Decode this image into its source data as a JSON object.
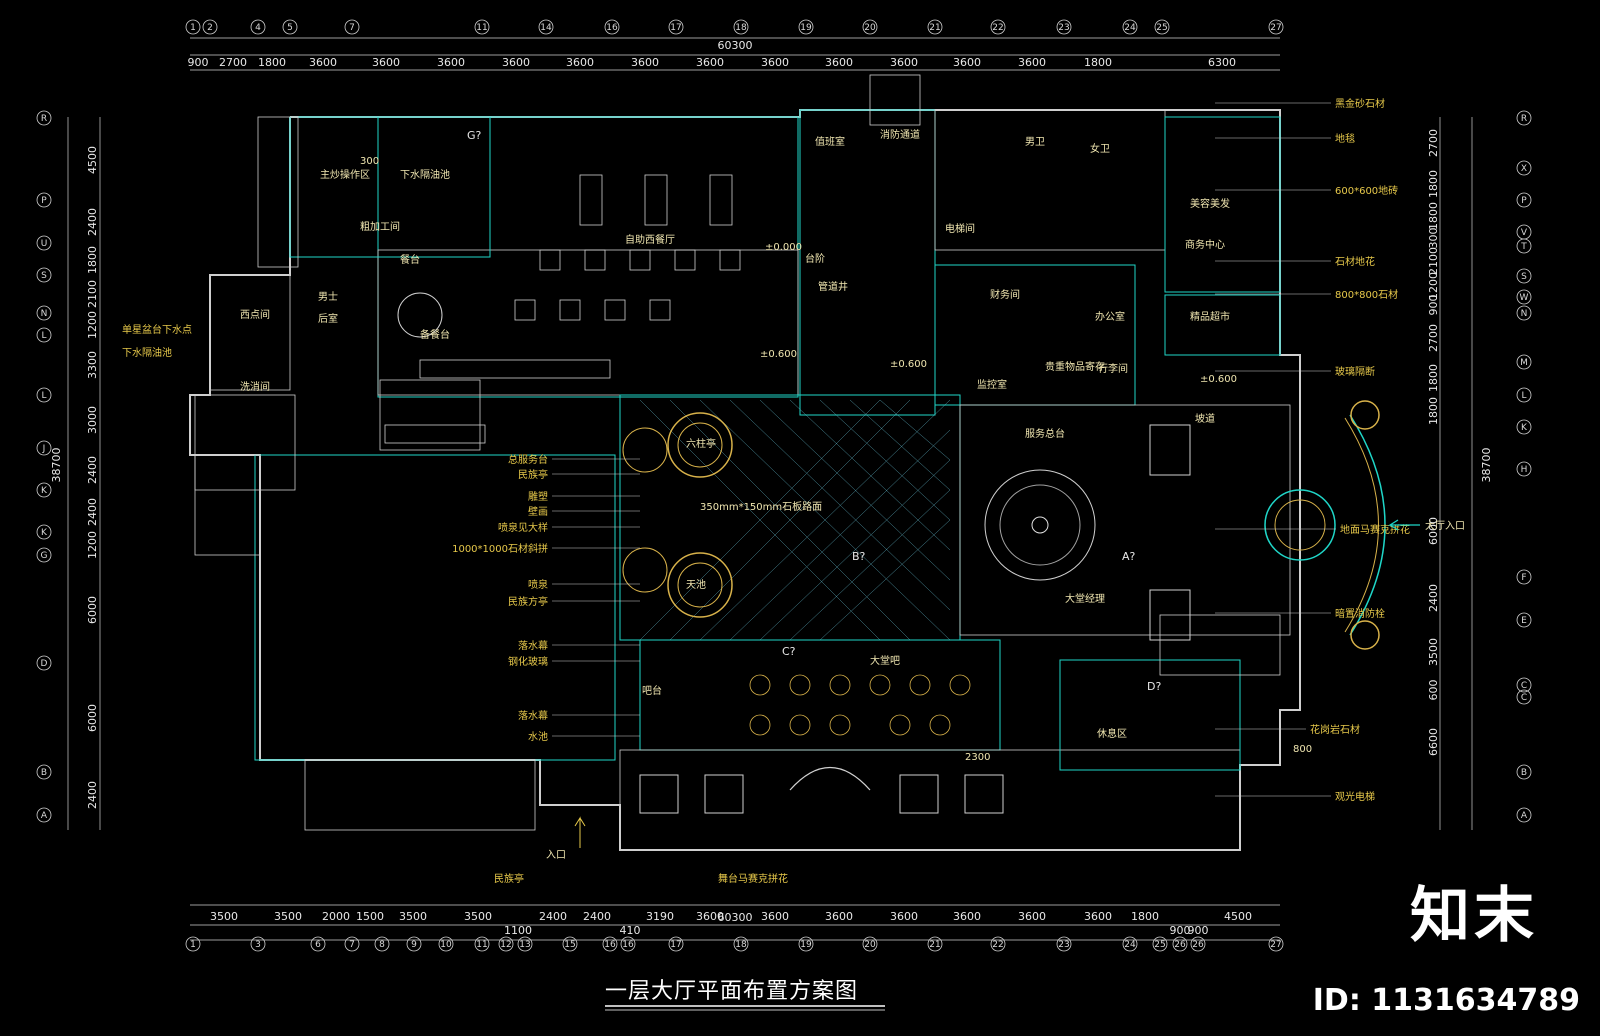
{
  "title": "一层大厅平面布置方案图",
  "watermark": {
    "logo": "知末",
    "id": "ID: 1131634789"
  },
  "total_width": "60300",
  "total_height": "38700",
  "axes": {
    "top": [
      "1",
      "2",
      "4",
      "5",
      "7",
      "11",
      "14",
      "16",
      "17",
      "18",
      "19",
      "20",
      "21",
      "22",
      "23",
      "24",
      "25",
      "27"
    ],
    "top_dims": [
      "900",
      "2700",
      "1800",
      "3600",
      "3600",
      "3600",
      "3600",
      "3600",
      "3600",
      "3600",
      "3600",
      "3600",
      "3600",
      "3600",
      "3600",
      "1800",
      "6300"
    ],
    "bottom": [
      "1",
      "3",
      "6",
      "7",
      "8",
      "9",
      "10",
      "11",
      "12",
      "13",
      "15",
      "16",
      "16",
      "17",
      "18",
      "19",
      "20",
      "21",
      "22",
      "23",
      "24",
      "25",
      "26",
      "26",
      "27"
    ],
    "bottom_dims": [
      "3500",
      "3500",
      "2000",
      "1500",
      "3500",
      "3500",
      "1100",
      "2400",
      "2400",
      "410",
      "3190",
      "3600",
      "3600",
      "3600",
      "3600",
      "3600",
      "3600",
      "3600",
      "1800",
      "900",
      "900",
      "4500"
    ],
    "left": [
      "R",
      "P",
      "U",
      "S",
      "N",
      "L",
      "L",
      "J",
      "K",
      "K",
      "G",
      "D",
      "B",
      "A"
    ],
    "left_dims": [
      "4500",
      "2400",
      "1800",
      "2100",
      "1200",
      "3300",
      "3000",
      "2400",
      "2400",
      "1200",
      "6000",
      "6000",
      "2400"
    ],
    "right": [
      "R",
      "X",
      "P",
      "V",
      "T",
      "S",
      "W",
      "N",
      "M",
      "L",
      "K",
      "H",
      "F",
      "E",
      "C",
      "C",
      "B",
      "A"
    ],
    "right_dims": [
      "2700",
      "1800",
      "1800",
      "300",
      "2100",
      "1200",
      "900",
      "2700",
      "1800",
      "1800",
      "6000",
      "2400",
      "3500",
      "600",
      "6600"
    ]
  },
  "rooms": [
    "值班室",
    "消防通道",
    "男卫",
    "女卫",
    "美容美发",
    "主炒操作区",
    "下水隔油池",
    "粗加工间",
    "自助西餐厅",
    "餐台",
    "电梯间",
    "台阶",
    "管道井",
    "商务中心",
    "西点间",
    "后室",
    "男士",
    "备餐台",
    "财务间",
    "办公室",
    "精品超市",
    "洗消间",
    "贵重物品寄存",
    "行李间",
    "监控室",
    "坡道",
    "服务总台",
    "大堂经理",
    "大堂吧",
    "吧台",
    "休息区",
    "入口",
    "2300",
    "300"
  ],
  "left_labels": [
    "单星盆台下水点",
    "下水隔油池"
  ],
  "center_labels": [
    "总服务台",
    "民族亭",
    "雕塑",
    "壁画",
    "喷泉见大样",
    "1000*1000石材斜拼",
    "喷泉",
    "民族方亭",
    "落水幕",
    "钢化玻璃",
    "落水幕",
    "水池",
    "民族亭",
    "舞台马赛克拼花"
  ],
  "right_labels": [
    "黑金砂石材",
    "地毯",
    "600*600地砖",
    "石材地花",
    "800*800石材",
    "玻璃隔断",
    "地面马赛克拼花",
    "暗置消防栓",
    "花岗岩石材",
    "观光电梯"
  ],
  "entrance_label": "大厅入口",
  "elevations": [
    "±0.000",
    "±0.600",
    "±0.600",
    "±0.600"
  ],
  "zone_marks": [
    "G?",
    "A?",
    "B?",
    "C?",
    "D?"
  ],
  "tile_note": "350mm*150mm石板路面",
  "elevator_dim": "800",
  "hall_labels": [
    "六柱亭",
    "天池"
  ]
}
